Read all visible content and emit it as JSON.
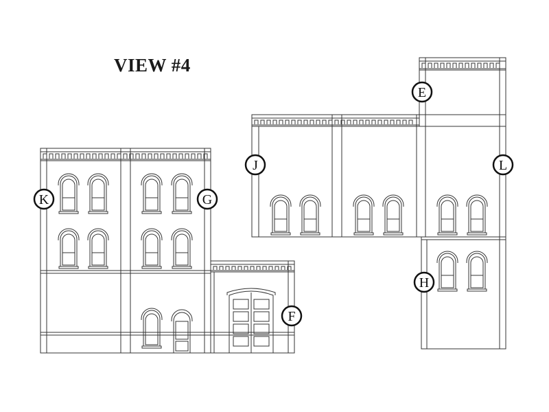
{
  "title": "VIEW #4",
  "labels": {
    "K": "K",
    "G": "G",
    "J": "J",
    "E": "E",
    "L": "L",
    "H": "H",
    "F": "F"
  }
}
